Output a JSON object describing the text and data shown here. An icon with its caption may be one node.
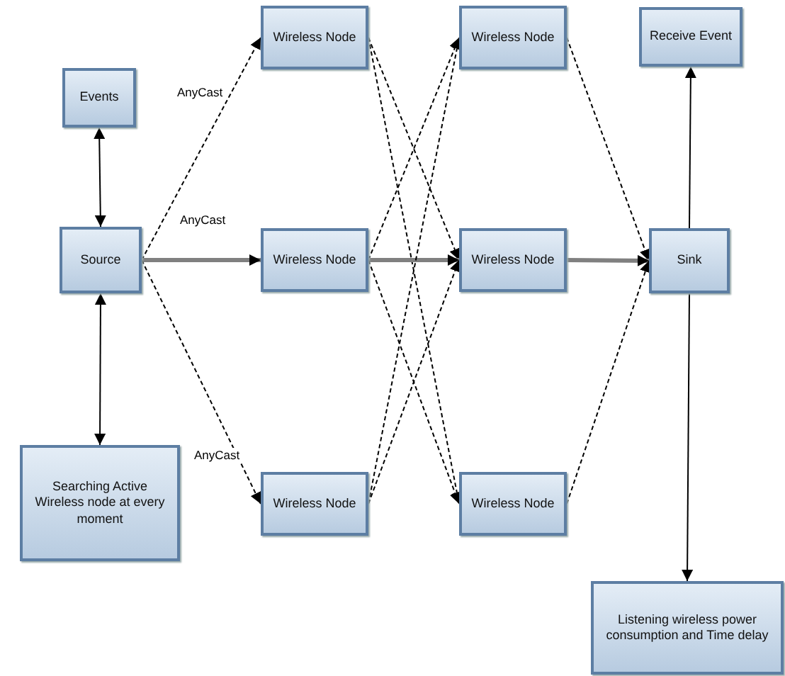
{
  "diagram": {
    "nodes": [
      {
        "text": [
          "Events"
        ]
      },
      {
        "text": [
          "Wireless Node"
        ]
      },
      {
        "text": [
          "Wireless Node"
        ]
      },
      {
        "text": [
          "Receive Event"
        ]
      },
      {
        "text": [
          "Source"
        ]
      },
      {
        "text": [
          "Wireless Node"
        ]
      },
      {
        "text": [
          "Wireless Node"
        ]
      },
      {
        "text": [
          "Sink"
        ]
      },
      {
        "text": [
          "Searching Active Wireless node at every moment"
        ]
      },
      {
        "text": [
          "Wireless Node"
        ]
      },
      {
        "text": [
          "Wireless Node"
        ]
      },
      {
        "text": [
          "Listening wireless power consumption and Time delay"
        ]
      }
    ],
    "edges": [
      {
        "from": 4,
        "to": 0,
        "arrow": "both"
      },
      {
        "from": 4,
        "to": 8,
        "arrow": "both"
      },
      {
        "from": 4,
        "to": 1,
        "arrow": "to",
        "label": "AnyCast",
        "style": "dashed"
      },
      {
        "from": 4,
        "to": 5,
        "arrow": "to",
        "label": "AnyCast",
        "style": "thick",
        "color": "#808080"
      },
      {
        "from": 4,
        "to": 9,
        "arrow": "to",
        "label": "AnyCast",
        "style": "dashed"
      },
      {
        "from": 1,
        "to": 6,
        "arrow": "to",
        "style": "dashed"
      },
      {
        "from": 1,
        "to": 10,
        "arrow": "to",
        "style": "dashed"
      },
      {
        "from": 5,
        "to": 2,
        "arrow": "to",
        "style": "dashed"
      },
      {
        "from": 5,
        "to": 6,
        "arrow": "to",
        "style": "thick",
        "color": "#808080"
      },
      {
        "from": 5,
        "to": 10,
        "arrow": "to",
        "style": "dashed"
      },
      {
        "from": 9,
        "to": 2,
        "arrow": "to",
        "style": "dashed"
      },
      {
        "from": 9,
        "to": 6,
        "arrow": "to",
        "style": "dashed"
      },
      {
        "from": 2,
        "to": 7,
        "arrow": "to",
        "style": "dashed"
      },
      {
        "from": 6,
        "to": 7,
        "arrow": "to",
        "style": "thick",
        "color": "#808080"
      },
      {
        "from": 10,
        "to": 7,
        "arrow": "to",
        "style": "dashed"
      },
      {
        "from": 7,
        "to": 3,
        "arrow": "to"
      },
      {
        "from": 7,
        "to": 11,
        "arrow": "to"
      }
    ]
  }
}
